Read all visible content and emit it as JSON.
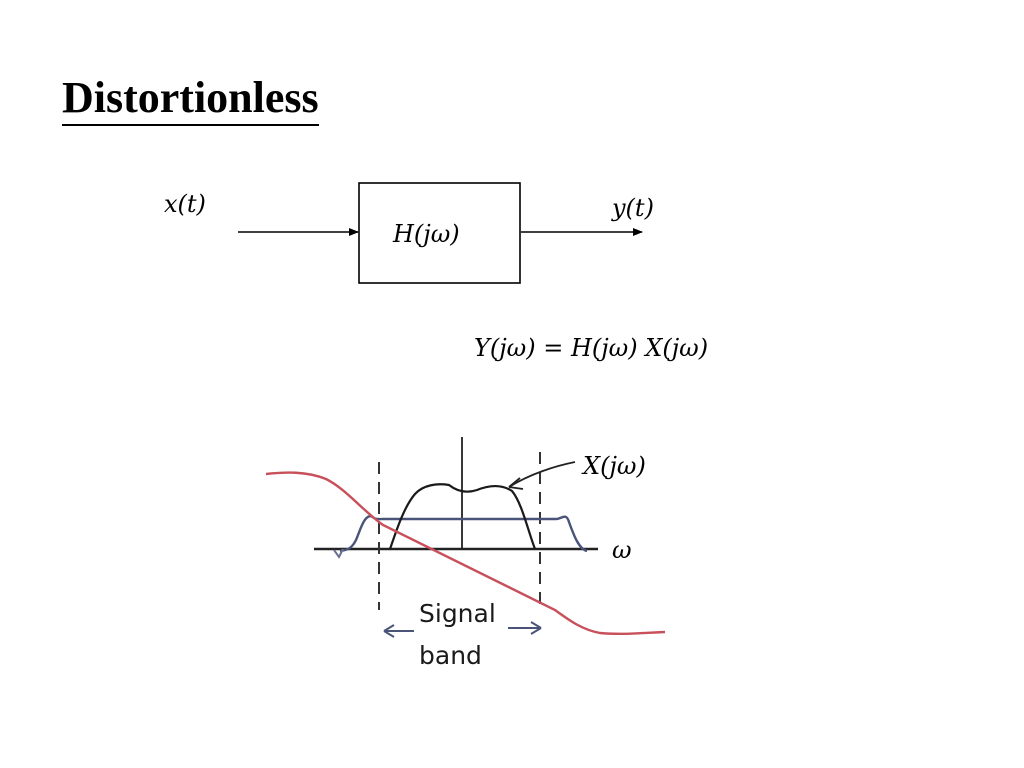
{
  "slide": {
    "title": "Distortionless"
  },
  "block_diagram": {
    "input_label": "x(t)",
    "system_label": "H(jω)",
    "output_label": "y(t)"
  },
  "equation": "Y(jω) = H(jω) X(jω)",
  "spectrum_plot": {
    "spectrum_label": "X(jω)",
    "axis_label": "ω",
    "band_label_line1": "Signal",
    "band_label_line2": "band",
    "colors": {
      "phase_curve": "#c8505a",
      "magnitude_curve": "#4a5478",
      "spectrum_curve": "#1a1a1a",
      "arrows": "#4a5478"
    }
  }
}
